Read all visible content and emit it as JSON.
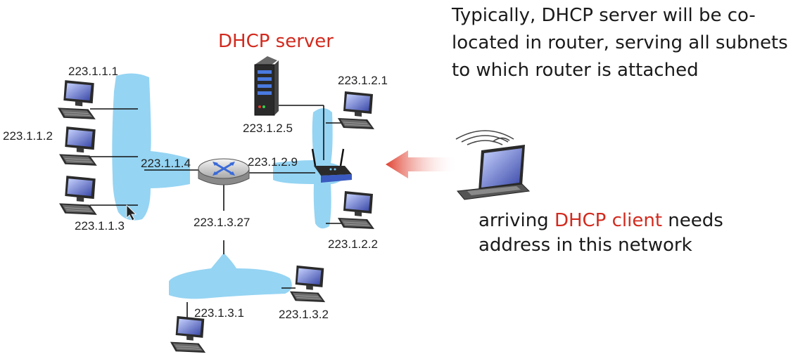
{
  "server_title": "DHCP server",
  "note_lines": [
    "Typically, DHCP server will be  co-",
    "located in router, serving all subnets",
    "to which router is attached"
  ],
  "client_text": {
    "line1_before": "arriving ",
    "line1_highlight": "DHCP client",
    "line1_after": " needs",
    "line2": "address in this network"
  },
  "addresses": {
    "h1": "223.1.1.1",
    "h2": "223.1.1.2",
    "h3": "223.1.1.3",
    "router_if1": "223.1.1.4",
    "router_if2": "223.1.2.9",
    "router_if3": "223.1.3.27",
    "server": "223.1.2.5",
    "h21": "223.1.2.1",
    "h22": "223.1.2.2",
    "h31": "223.1.3.1",
    "h32": "223.1.3.2"
  },
  "colors": {
    "highlight": "#d22a1e",
    "subnet": "#8fd2f2",
    "arrow": "#e04030"
  },
  "icons": [
    "desktop-computer-icon",
    "router-icon",
    "server-tower-icon",
    "wireless-access-point-icon",
    "laptop-icon",
    "wifi-signal-icon"
  ]
}
